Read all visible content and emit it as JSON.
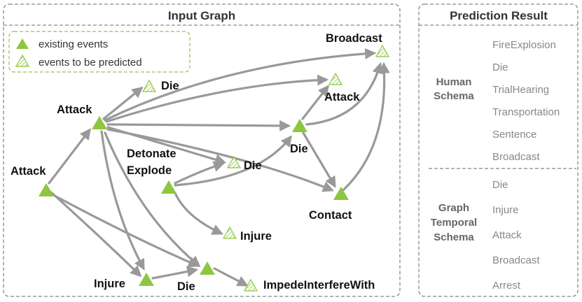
{
  "input_panel": {
    "title": "Input Graph"
  },
  "legend": {
    "existing": "existing events",
    "predicted": "events to be predicted",
    "existing_color": "#8dc63f",
    "predicted_color": "#8dc63f"
  },
  "nodes": {
    "attack_left": "Attack",
    "attack_top": "Attack",
    "die_top": "Die",
    "broadcast": "Broadcast",
    "attack_right": "Attack",
    "die_right": "Die",
    "detonate_line1": "Detonate",
    "detonate_line2": "Explode",
    "die_mid": "Die",
    "contact": "Contact",
    "injure_mid": "Injure",
    "injure_bottom": "Injure",
    "die_bottom": "Die",
    "impede": "ImpedeInterfereWith"
  },
  "prediction_panel": {
    "title": "Prediction Result",
    "human_schema": {
      "label_line1": "Human",
      "label_line2": "Schema",
      "items": [
        "FireExplosion",
        "Die",
        "TrialHearing",
        "Transportation",
        "Sentence",
        "Broadcast"
      ]
    },
    "graph_schema": {
      "label_line1": "Graph",
      "label_line2": "Temporal",
      "label_line3": "Schema",
      "items": [
        "Die",
        "Injure",
        "Attack",
        "Broadcast",
        "Arrest"
      ]
    }
  },
  "colors": {
    "edge": "#999999",
    "panel_border": "#888888",
    "legend_border": "#8dc63f",
    "node_fill": "#8dc63f"
  }
}
